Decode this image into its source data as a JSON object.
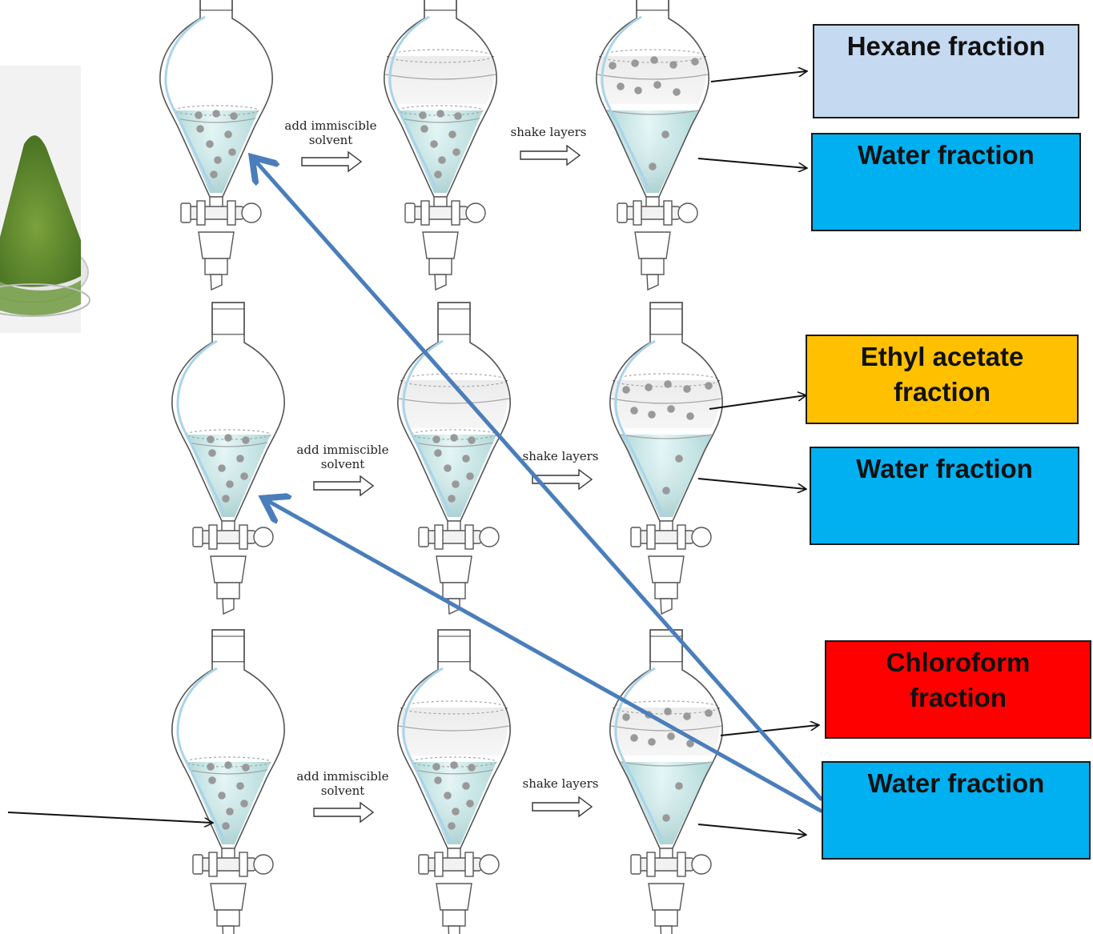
{
  "labels": {
    "add_solvent_line1": "add immiscible",
    "add_solvent_line2": "solvent",
    "shake": "shake layers"
  },
  "fractions": {
    "hexane": {
      "text": "Hexane fraction",
      "color": "#c5d9f1"
    },
    "water_1": {
      "text": "Water fraction",
      "color": "#00b0f0"
    },
    "ethyl_acetate_line1": "Ethyl acetate",
    "ethyl_acetate_line2": "fraction",
    "ethyl_acetate_color": "#ffc000",
    "water_2": {
      "text": "Water fraction",
      "color": "#00b0f0"
    },
    "chloroform_line1": "Chloroform",
    "chloroform_line2": "fraction",
    "chloroform_color": "#ff0000",
    "water_3": {
      "text": "Water fraction",
      "color": "#00b0f0"
    }
  },
  "icons": {
    "powder": "green-powder-dish-icon",
    "funnel": "separatory-funnel-icon",
    "process_arrow": "hollow-arrow-icon",
    "recycle_arrow": "blue-arrow-icon"
  },
  "colors": {
    "aqueous_layer": "#4fb8b8",
    "organic_layer": "#d6d6d6",
    "recycle_arrow": "#4a7ebb",
    "powder": "#5e8a30"
  }
}
